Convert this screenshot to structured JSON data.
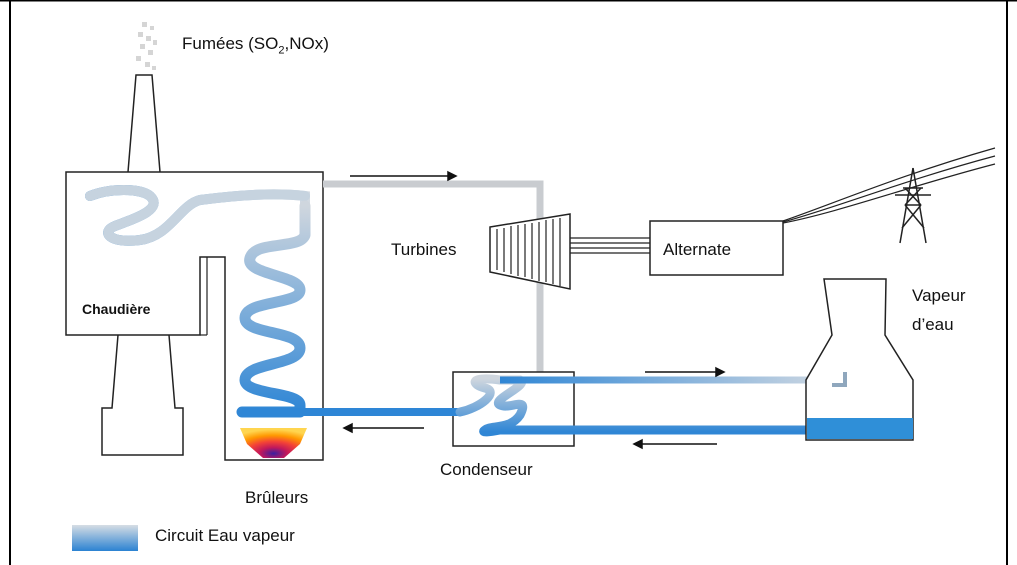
{
  "diagram": {
    "fumees_prefix": "Fumées (SO",
    "fumees_sub": "2",
    "fumees_suffix": ",NOx)",
    "turbines": "Turbines",
    "alternate": "Alternate",
    "chaudiere": "Chaudière",
    "vapeur_line1": "Vapeur",
    "vapeur_line2": "d’eau",
    "condenseur": "Condenseur",
    "bruleurs": "Brûleurs",
    "legend_label": "Circuit Eau vapeur"
  },
  "colors": {
    "pipe_dark": "#2e86d6",
    "pipe_light": "#c8d3de",
    "steam_grey": "#c9ccd0",
    "water": "#2f8fd8",
    "outline": "#222222"
  }
}
